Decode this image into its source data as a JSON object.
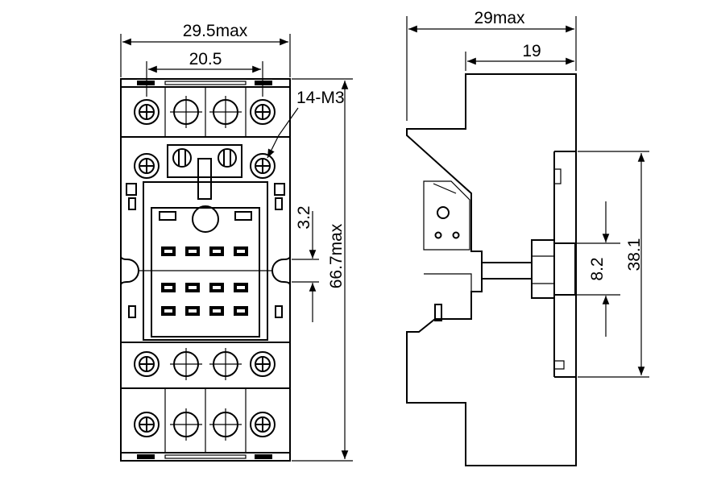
{
  "front_view": {
    "dim_overall_width": "29.5max",
    "dim_screw_pitch": "20.5",
    "dim_screw_callout": "14-M3",
    "dim_slot_height": "3.2",
    "dim_overall_height": "66.7max"
  },
  "side_view": {
    "dim_overall_depth": "29max",
    "dim_rail_offset": "19",
    "dim_rail_height": "38.1",
    "dim_rail_slot": "8.2"
  },
  "colors": {
    "line": "#000000",
    "background": "#ffffff"
  }
}
